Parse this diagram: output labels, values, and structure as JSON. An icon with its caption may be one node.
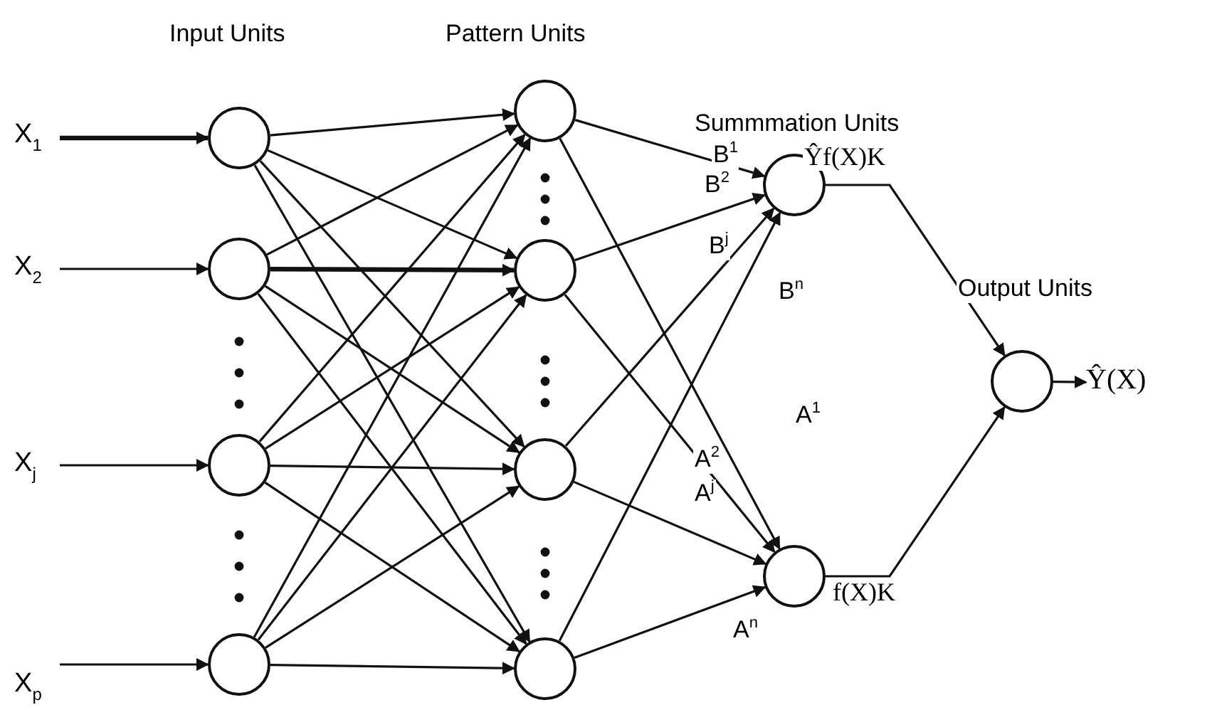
{
  "diagram": {
    "nodes": [
      {
        "text": [
          "X$_{1}$"
        ]
      },
      {
        "text": [
          "X$_{2}$"
        ]
      },
      {
        "text": [
          "X$_{j}$"
        ]
      },
      {
        "text": [
          "X$_{p}$"
        ]
      },
      {
        "text": [],
        "shape": "circle"
      },
      {
        "text": [],
        "shape": "circle"
      },
      {
        "text": [],
        "shape": "circle"
      },
      {
        "text": [],
        "shape": "circle"
      },
      {
        "text": [],
        "shape": "circle"
      },
      {
        "text": [],
        "shape": "circle"
      },
      {
        "text": [],
        "shape": "circle"
      },
      {
        "text": [],
        "shape": "circle"
      },
      {
        "text": [],
        "shape": "circle"
      },
      {
        "text": [],
        "shape": "circle"
      },
      {
        "text": [],
        "shape": "circle"
      },
      {
        "text": [
          "Ŷ(X)"
        ]
      }
    ],
    "edges": [
      {
        "from": 0,
        "to": 4,
        "arrow": "to",
        "style": "thick"
      },
      {
        "from": 1,
        "to": 5,
        "arrow": "to"
      },
      {
        "from": 2,
        "to": 6,
        "arrow": "to"
      },
      {
        "from": 3,
        "to": 7,
        "arrow": "to"
      },
      {
        "from": 4,
        "to": 8,
        "arrow": "to"
      },
      {
        "from": 4,
        "to": 9,
        "arrow": "to"
      },
      {
        "from": 4,
        "to": 10,
        "arrow": "to"
      },
      {
        "from": 4,
        "to": 11,
        "arrow": "to"
      },
      {
        "from": 5,
        "to": 8,
        "arrow": "to"
      },
      {
        "from": 5,
        "to": 9,
        "arrow": "to",
        "style": "thick"
      },
      {
        "from": 5,
        "to": 10,
        "arrow": "to"
      },
      {
        "from": 5,
        "to": 11,
        "arrow": "to"
      },
      {
        "from": 6,
        "to": 8,
        "arrow": "to"
      },
      {
        "from": 6,
        "to": 9,
        "arrow": "to"
      },
      {
        "from": 6,
        "to": 10,
        "arrow": "to"
      },
      {
        "from": 6,
        "to": 11,
        "arrow": "to"
      },
      {
        "from": 7,
        "to": 8,
        "arrow": "to"
      },
      {
        "from": 7,
        "to": 9,
        "arrow": "to"
      },
      {
        "from": 7,
        "to": 10,
        "arrow": "to"
      },
      {
        "from": 7,
        "to": 11,
        "arrow": "to"
      },
      {
        "from": 8,
        "to": 12,
        "arrow": "to",
        "label": "B$^{1}$"
      },
      {
        "from": 9,
        "to": 12,
        "arrow": "to",
        "label": "B$^{2}$"
      },
      {
        "from": 10,
        "to": 12,
        "arrow": "to",
        "label": "B$^{j}$"
      },
      {
        "from": 11,
        "to": 12,
        "arrow": "to",
        "label": "B$^{n}$"
      },
      {
        "from": 8,
        "to": 13,
        "arrow": "to",
        "label": "A$^{1}$"
      },
      {
        "from": 9,
        "to": 13,
        "arrow": "to",
        "label": "A$^{2}$"
      },
      {
        "from": 10,
        "to": 13,
        "arrow": "to",
        "label": "A$^{j}$"
      },
      {
        "from": 11,
        "to": 13,
        "arrow": "to",
        "label": "A$^{n}$"
      },
      {
        "from": 12,
        "to": 14,
        "arrow": "to",
        "label": "Ŷf(X)K"
      },
      {
        "from": 13,
        "to": 14,
        "arrow": "to",
        "label": "f(X)K"
      },
      {
        "from": 14,
        "to": 15,
        "arrow": "to"
      }
    ],
    "labels": [
      "Input Units",
      "Pattern Units",
      "Summmation Units",
      "Output Units"
    ]
  }
}
